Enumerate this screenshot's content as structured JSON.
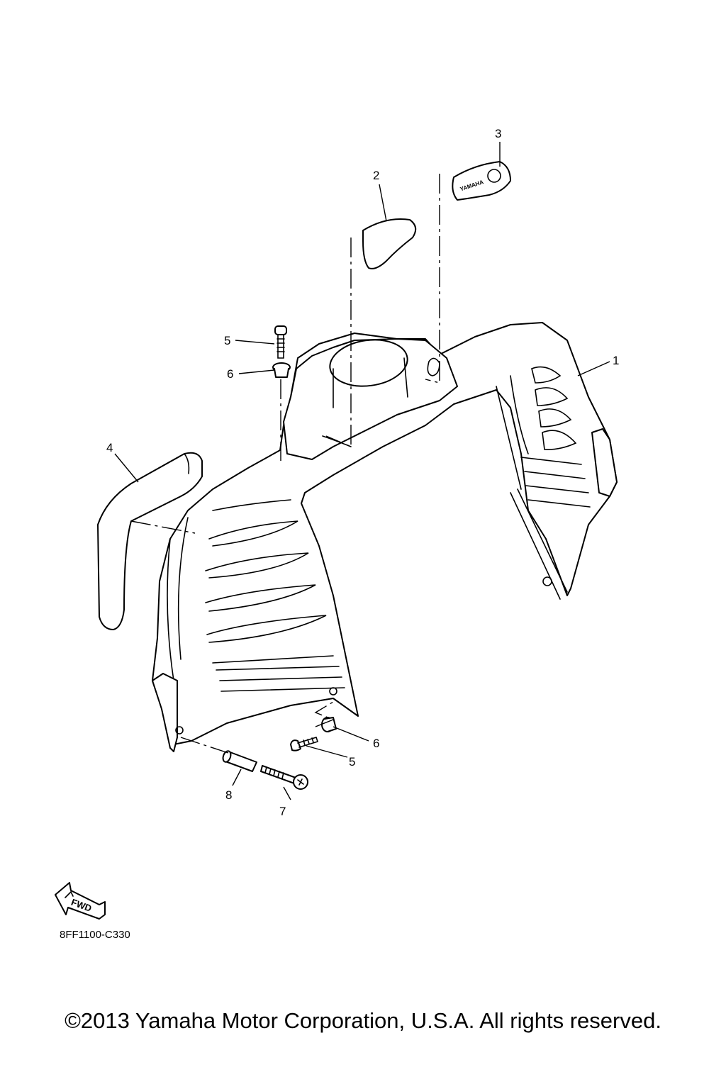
{
  "callouts": {
    "c1": "1",
    "c2": "2",
    "c3": "3",
    "c4": "4",
    "c5a": "5",
    "c6a": "6",
    "c5b": "5",
    "c6b": "6",
    "c7": "7",
    "c8": "8"
  },
  "badge_text": "YAMAHA",
  "fwd_label": "FWD",
  "diagram_code": "8FF1100-C330",
  "copyright": "©2013 Yamaha Motor Corporation, U.S.A. All rights reserved.",
  "colors": {
    "line": "#000000",
    "background": "#ffffff"
  }
}
